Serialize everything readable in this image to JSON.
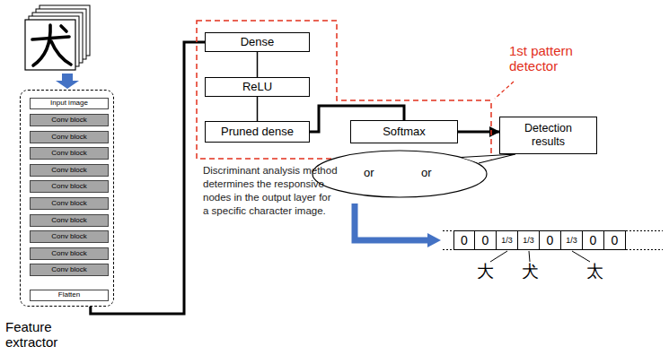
{
  "diagram": {
    "nodes": [
      {
        "text": [
          "Feature extractor"
        ]
      },
      {
        "text": [
          "Input image"
        ],
        "in": 0
      },
      {
        "text": [
          "Conv block"
        ],
        "in": 0
      },
      {
        "text": [
          "Conv block"
        ],
        "in": 0
      },
      {
        "text": [
          "Conv block"
        ],
        "in": 0
      },
      {
        "text": [
          "Conv block"
        ],
        "in": 0
      },
      {
        "text": [
          "Conv block"
        ],
        "in": 0
      },
      {
        "text": [
          "Conv block"
        ],
        "in": 0
      },
      {
        "text": [
          "Conv block"
        ],
        "in": 0
      },
      {
        "text": [
          "Conv block"
        ],
        "in": 0
      },
      {
        "text": [
          "Conv block"
        ],
        "in": 0
      },
      {
        "text": [
          "Conv block"
        ],
        "in": 0
      },
      {
        "text": [
          "Flatten"
        ],
        "in": 0
      },
      {
        "text": [
          "1st pattern detector"
        ]
      },
      {
        "text": [
          "Dense"
        ],
        "in": 13
      },
      {
        "text": [
          "ReLU"
        ],
        "in": 13
      },
      {
        "text": [
          "Pruned dense"
        ],
        "in": 13
      },
      {
        "text": [
          "Softmax"
        ],
        "in": 13
      },
      {
        "text": [
          "Detection results"
        ]
      },
      {
        "text": [
          "or",
          "or"
        ]
      }
    ],
    "edges": [
      {
        "from": 0,
        "to": 14,
        "arrow": "none"
      },
      {
        "from": 14,
        "to": 15,
        "arrow": "none"
      },
      {
        "from": 15,
        "to": 16,
        "arrow": "none"
      },
      {
        "from": 16,
        "to": 17,
        "arrow": "none"
      },
      {
        "from": 17,
        "to": 18,
        "arrow": "to"
      }
    ],
    "labels": [
      "Discriminant analysis method determines the responsive nodes in the output layer for a specific character image.",
      "0",
      "0",
      "1/3",
      "1/3",
      "0",
      "1/3",
      "0",
      "0",
      "大",
      "犬",
      "太"
    ]
  }
}
